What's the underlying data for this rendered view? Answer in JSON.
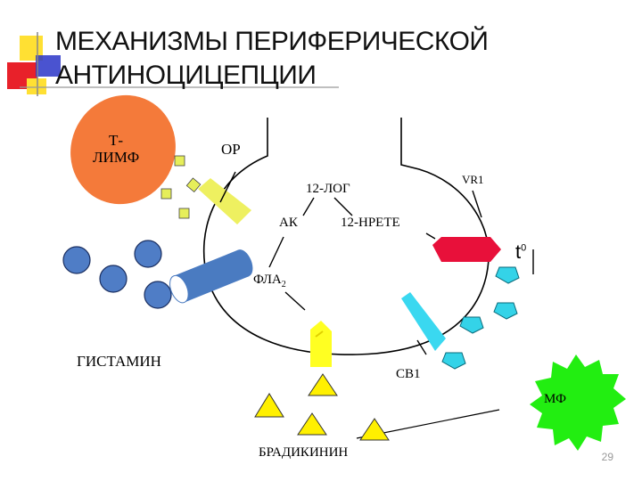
{
  "title": {
    "line1": "МЕХАНИЗМЫ ПЕРИФЕРИЧЕСКОЙ",
    "line2": "АНТИНОЦИЦЕПЦИИ"
  },
  "labels": {
    "t_lymph_line1": "Т-",
    "t_lymph_line2": "ЛИМФ",
    "or": "ОР",
    "vr1": "VR1",
    "log12": "12-ЛОГ",
    "ak": "АК",
    "hpete12": "12-НРЕТЕ",
    "t0_base": "t",
    "t0_sup": "0",
    "fla2_base": "ФЛА",
    "fla2_sub": "2",
    "histamine": "ГИСТАМИН",
    "cb1": "СВ1",
    "mf": "МФ",
    "bradykinin": "БРАДИКИНИН"
  },
  "page_number": "29",
  "colors": {
    "decor_yellow": "#FFE033",
    "decor_red": "#E8212A",
    "decor_blue": "#2A35C8",
    "t_lymph": "#F47A3A",
    "small_squares": "#E6EE5A",
    "opioid_receptor": "#EEF060",
    "blue_circles": "#4F7DC6",
    "cylinder": "#4A7BC1",
    "red_channel": "#E8103A",
    "cyan": "#34D3E8",
    "cb1_receptor": "#3AD8F0",
    "bradykinin_receptor": "#FFFF22",
    "triangles": "#FFF000",
    "mf_star": "#22EE11"
  }
}
